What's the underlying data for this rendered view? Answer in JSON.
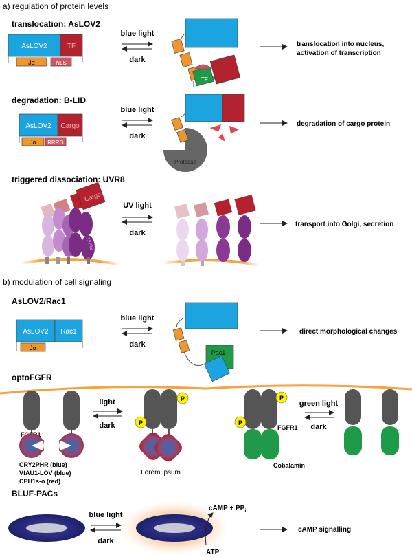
{
  "section_a": {
    "label": "a) regulation of protein levels",
    "translocation": {
      "title": "translocation: AsLOV2",
      "box_aslov2": "AsLOV2",
      "box_tf": "TF",
      "box_ja": "Jα",
      "box_nls": "NLS",
      "arrow_top": "blue light",
      "arrow_bottom": "dark",
      "small_tf": "TF",
      "result": "translocation into nucleus,",
      "result_line2": "activation of transcription"
    },
    "degradation": {
      "title": "degradation: B-LID",
      "box_aslov2": "AsLOV2",
      "box_cargo": "Cargo",
      "box_ja": "Jα",
      "box_rrrg": "RRRG",
      "arrow_top": "blue light",
      "arrow_bottom": "dark",
      "protease": "Protease",
      "result": "degradation of cargo protein"
    },
    "dissociation": {
      "title": "triggered dissociation: UVR8",
      "cargo": "Cargo",
      "uvr8": "UVR8",
      "arrow_top": "UV light",
      "arrow_bottom": "dark",
      "result": "transport into Golgi, secretion"
    }
  },
  "section_b": {
    "label": "b) modulation of cell signaling",
    "rac1": {
      "title": "AsLOV2/Rac1",
      "box_aslov2": "AsLOV2",
      "box_rac1": "Rac1",
      "box_ja": "Jα",
      "arrow_top": "blue light",
      "arrow_bottom": "dark",
      "pac1": "Pac1",
      "result": "direct morphological changes"
    },
    "optofgfr": {
      "title": "optoFGFR",
      "fgfr1_left": "FGFR1",
      "arrow1_top": "light",
      "arrow1_bottom": "dark",
      "p": "P",
      "lorem": "Lorem ipsum",
      "legend1": "CRY2PHR (blue)",
      "legend2": "VfAU1-LOV (blue)",
      "legend3": "CPH1s-o (red)",
      "fgfr1_right": "FGFR1",
      "cobalamin": "Cobalamin",
      "arrow2_top": "green light",
      "arrow2_bottom": "dark"
    },
    "blufpacs": {
      "title": "BLUF-PACs",
      "arrow_top": "blue light",
      "arrow_bottom": "dark",
      "camp_pp": "cAMP + PP",
      "camp_sub": "i",
      "atp": "ATP",
      "result": "cAMP signalling"
    }
  },
  "colors": {
    "blue": "#1ba4df",
    "red": "#b2232f",
    "orange": "#f0962f",
    "green": "#1f9a48",
    "grey": "#5a5a5a",
    "purple": "#7b2c84",
    "yellow": "#fff200",
    "navy": "#2a2d86"
  }
}
